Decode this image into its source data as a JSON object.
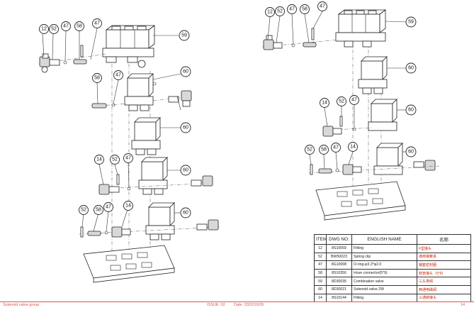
{
  "left_view": {
    "balloons": [
      "12",
      "52",
      "47",
      "58",
      "47",
      "59",
      "58",
      "47",
      "60",
      "60",
      "14",
      "52",
      "47",
      "60",
      "52",
      "58",
      "47",
      "14",
      "60"
    ]
  },
  "right_view": {
    "balloons": [
      "12",
      "52",
      "47",
      "58",
      "47",
      "59",
      "60",
      "14",
      "52",
      "47",
      "60",
      "52",
      "58",
      "47",
      "14",
      "60"
    ]
  },
  "bom": {
    "headers": [
      "ITEM",
      "DWG NO.",
      "ENGLISH NAME",
      "名称"
    ],
    "rows": [
      {
        "item": "12",
        "dwg": "8S10059",
        "name": "Fitting",
        "zh": "F型接头"
      },
      {
        "item": "52",
        "dwg": "BW50023",
        "name": "Spring clip",
        "zh": "通用弹簧夹"
      },
      {
        "item": "47",
        "dwg": "8G10008",
        "name": "O-ring-φ3.3*φ2.0",
        "zh": "钢套密封圈"
      },
      {
        "item": "58",
        "dwg": "8S10350",
        "name": "Hose connector(5*9)",
        "zh": "软管接头（5*9）"
      },
      {
        "item": "59",
        "dwg": "8D30035",
        "name": "Combination valve",
        "zh": "三头排阀"
      },
      {
        "item": "60",
        "dwg": "8D30021",
        "name": "Solenoid valve 2W",
        "zh": "两通电磁阀"
      },
      {
        "item": "14",
        "dwg": "8S10144",
        "name": "Fitting",
        "zh": "三通转接头"
      }
    ]
  },
  "footer": {
    "left": "Solenoid valve group",
    "issue": "ISSUE:  02",
    "date": "Date:  2022/10/26",
    "page": "14"
  }
}
